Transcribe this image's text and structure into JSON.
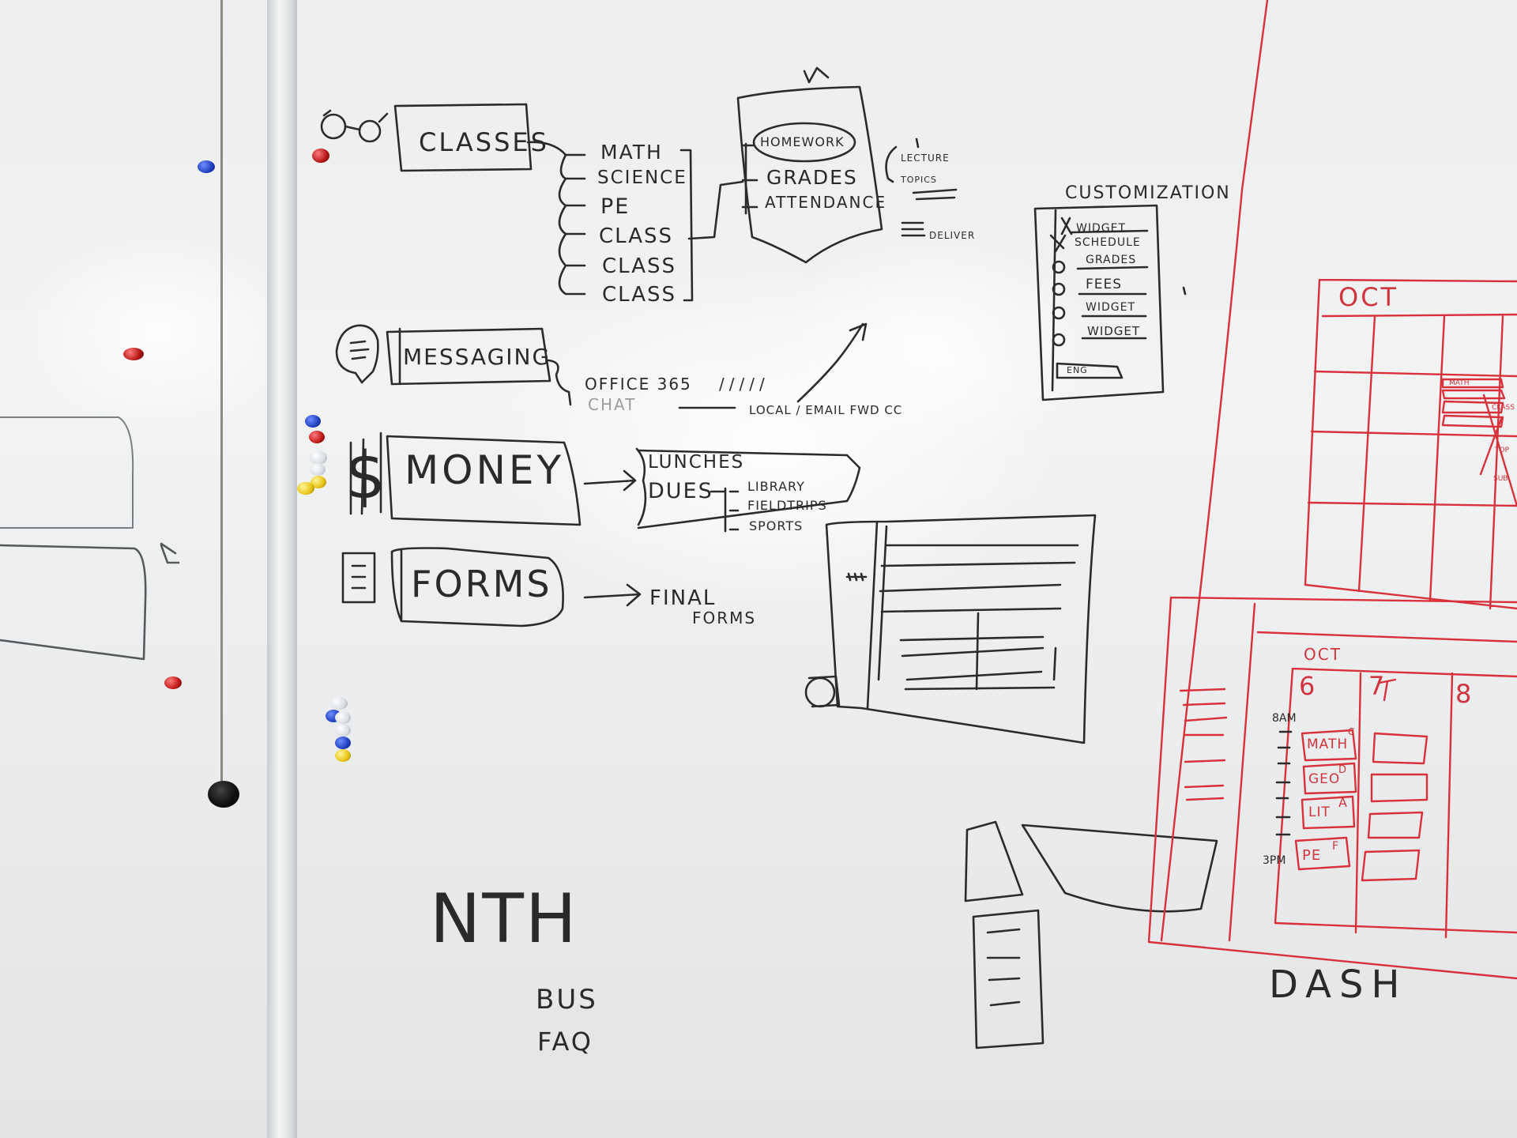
{
  "sketch": {
    "classes": {
      "title": "CLASSES",
      "items": [
        "MATH",
        "SCIENCE",
        "PE",
        "CLASS",
        "CLASS",
        "CLASS"
      ],
      "detail": [
        "HOMEWORK",
        "GRADES",
        "ATTENDANCE"
      ],
      "notes": [
        "LECTURE",
        "TOPICS",
        "DELIVER"
      ]
    },
    "messaging": {
      "title": "MESSAGING",
      "items": [
        "OFFICE 365",
        "CHAT",
        "LOCAL / EMAIL FWD CC"
      ],
      "ticks": "/////"
    },
    "money": {
      "title": "MONEY",
      "symbol": "$",
      "items": [
        "LUNCHES",
        "DUES"
      ],
      "dues": [
        "LIBRARY",
        "FIELDTRIPS",
        "SPORTS"
      ]
    },
    "forms": {
      "title": "FORMS",
      "items": [
        "FINAL",
        "FORMS"
      ]
    },
    "customization": {
      "title": "CUSTOMIZATION",
      "widgets": [
        "WIDGET",
        "SCHEDULE",
        "GRADES",
        "FEES",
        "WIDGET",
        "WIDGET"
      ],
      "button": "ENG"
    },
    "nth": {
      "title": "NTH",
      "items": [
        "BUS",
        "FAQ"
      ]
    },
    "calendar": {
      "month": "OCT",
      "month_small": "OCT",
      "days": [
        "6",
        "7",
        "8"
      ],
      "times": [
        "8AM",
        "3PM"
      ],
      "events": [
        "MATH",
        "GEO",
        "LIT",
        "PE"
      ],
      "grades": [
        "C",
        "D",
        "A",
        "F"
      ],
      "mini_events": [
        "MATH",
        "CLASS",
        "TOP",
        "SUB"
      ]
    },
    "dash": "DASH"
  },
  "colors": {
    "ink": "#2b2b2b",
    "red_ink": "#d9313c",
    "board": "#eceeef",
    "magnet_blue": "#1f3fbf",
    "magnet_red": "#c01818",
    "magnet_yellow": "#e6c414",
    "magnet_clear": "#d9dde2"
  }
}
